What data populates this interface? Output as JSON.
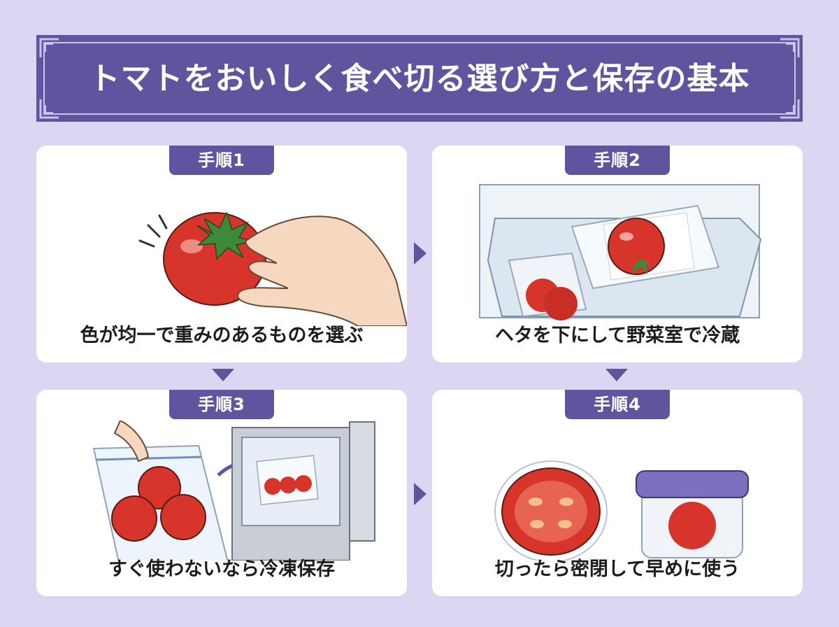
{
  "title": "トマトをおいしく食べ切る選び方と保存の基本",
  "steps": [
    {
      "label": "手順1",
      "caption": "色が均一で重みのあるものを選ぶ"
    },
    {
      "label": "手順2",
      "caption": "ヘタを下にして野菜室で冷蔵"
    },
    {
      "label": "手順3",
      "caption": "すぐ使わないなら冷凍保存"
    },
    {
      "label": "手順4",
      "caption": "切ったら密閉して早めに使う"
    }
  ],
  "colors": {
    "background": "#dcd6f3",
    "accent": "#5f559e",
    "card": "#ffffff",
    "tomato": "#d7342b"
  }
}
